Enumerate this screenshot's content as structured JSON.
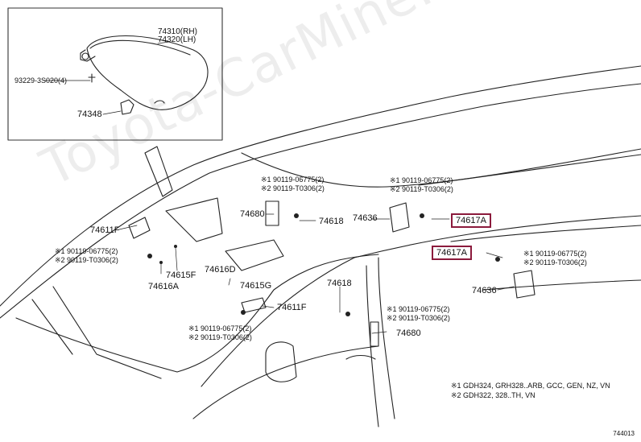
{
  "watermark": "Toyota-CarMine.ru",
  "inset": {
    "part_rh_lh": [
      "74310(RH)",
      "74320(LH)"
    ],
    "bolt": "93229-3S020(4)",
    "holder": "74348"
  },
  "labels": {
    "p74611f_left": "74611F",
    "p74611f_right": "74611F",
    "p74680_top": "74680",
    "p74680_bottom": "74680",
    "p74618_top": "74618",
    "p74618_bottom": "74618",
    "p74636_top": "74636",
    "p74636_bottom": "74636",
    "p74615f": "74615F",
    "p74616a": "74616A",
    "p74616d": "74616D",
    "p74615g": "74615G"
  },
  "highlighted": {
    "upper": "74617A",
    "lower": "74617A"
  },
  "screw_refs": {
    "left": [
      "※1 90119-06775(2)",
      "※2 90119-T0306(2)"
    ],
    "top_center": [
      "※1 90119-06775(2)",
      "※2 90119-T0306(2)"
    ],
    "top_right": [
      "※1 90119-06775(2)",
      "※2 90119-T0306(2)"
    ],
    "mid_right": [
      "※1 90119-06775(2)",
      "※2 90119-T0306(2)"
    ],
    "center_bottom": [
      "※1 90119-06775(2)",
      "※2 90119-T0306(2)"
    ],
    "lower_left": [
      "※1 90119-06775(2)",
      "※2 90119-T0306(2)"
    ]
  },
  "notes": [
    "※1 GDH324, GRH328..ARB, GCC, GEN, NZ, VN",
    "※2 GDH322, 328..TH, VN"
  ],
  "figure_code": "744013"
}
